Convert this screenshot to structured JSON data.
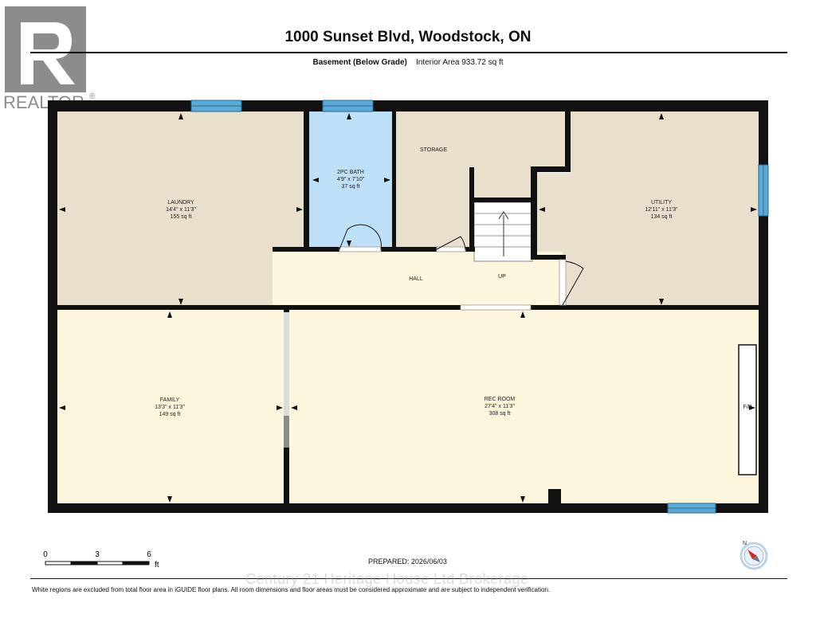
{
  "header": {
    "title": "1000 Sunset Blvd, Woodstock, ON",
    "level": "Basement (Below Grade)",
    "area": "Interior Area 933.72 sq ft"
  },
  "logo": {
    "text": "REALTOR",
    "mark": "®"
  },
  "rooms": {
    "laundry": {
      "name": "LAUNDRY",
      "dims": "14'4\" x 11'3\"",
      "area": "155 sq ft"
    },
    "bath": {
      "name": "2PC BATH",
      "dims": "4'9\" x 7'10\"",
      "area": "37 sq ft"
    },
    "storage": {
      "name": "STORAGE"
    },
    "utility": {
      "name": "UTILITY",
      "dims": "12'11\" x 11'3\"",
      "area": "134 sq ft"
    },
    "hall": {
      "name": "HALL"
    },
    "stairs": {
      "name": "UP"
    },
    "family": {
      "name": "FAMILY",
      "dims": "13'3\" x 11'3\"",
      "area": "149 sq ft"
    },
    "rec": {
      "name": "REC ROOM",
      "dims": "27'4\" x 11'3\"",
      "area": "308 sq ft"
    },
    "fireplace": {
      "name": "F/P"
    }
  },
  "colors": {
    "laundry": "#e9dfcd",
    "bath": "#bde0f7",
    "storage": "#e9dfcd",
    "utility": "#e9dfcd",
    "hall": "#fcf6dc",
    "family": "#fcf6dc",
    "rec": "#fcf6dc",
    "wall": "#111111",
    "window": "#5aa9d6"
  },
  "scale": {
    "ticks": [
      "0",
      "3",
      "6"
    ],
    "unit": "ft"
  },
  "prepared": "PREPARED: 2026/06/03",
  "watermark": "Century 21 Heritage House Ltd Brokerage",
  "disclaimer": "White regions are excluded from total floor area in iGUIDE floor plans. All room dimensions and floor areas must be considered approximate and are subject to independent verification.",
  "compass": {
    "label": "N"
  }
}
